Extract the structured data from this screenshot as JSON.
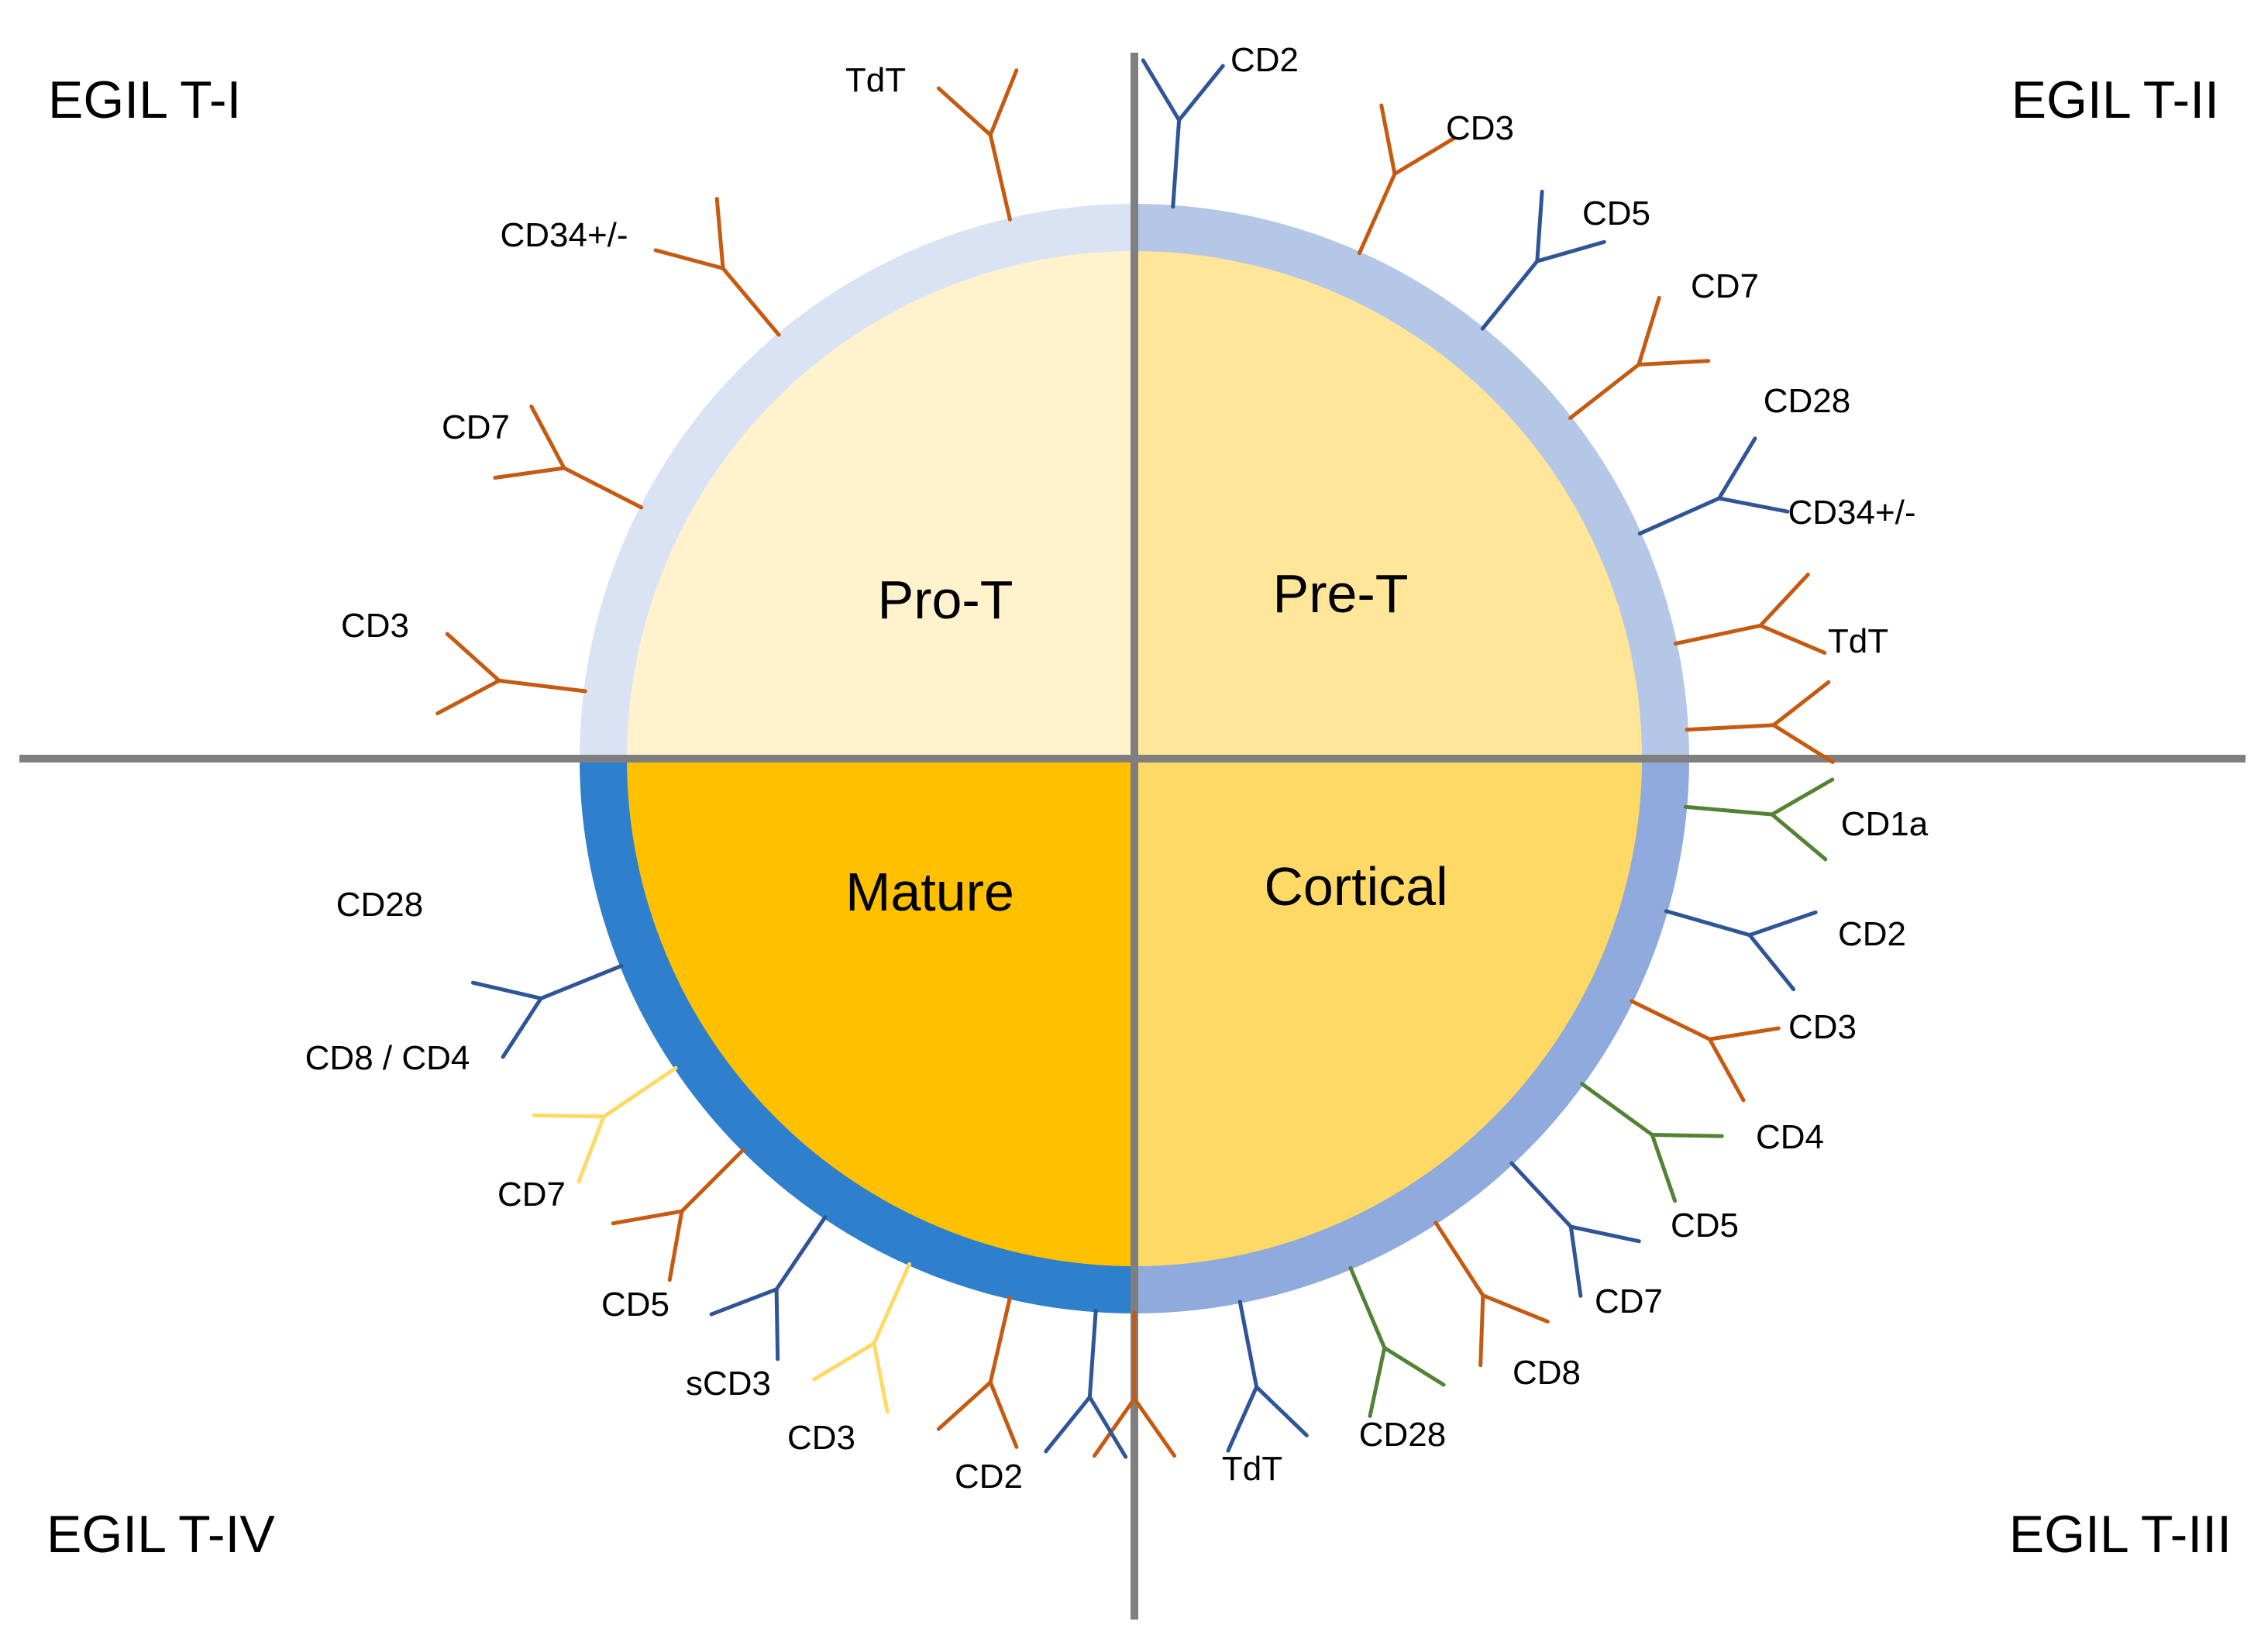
{
  "corners": {
    "top_left": "EGIL T-I",
    "top_right": "EGIL T-II",
    "bottom_right": "EGIL T-III",
    "bottom_left": "EGIL T-IV"
  },
  "stages": {
    "top_left": "Pro-T",
    "top_right": "Pre-T",
    "bottom_right": "Cortical",
    "bottom_left": "Mature"
  },
  "colors": {
    "axis": "#7f7f7f",
    "orange": "#c55a11",
    "blue": "#2f5597",
    "green": "#548235",
    "yellow": "#ffd966",
    "ring_top_left": "#dae3f3",
    "ring_top_right": "#b4c7e7",
    "ring_bottom_right": "#8faadc",
    "ring_bottom_left": "#2e80cc",
    "fill_top_left": "#fff2cc",
    "fill_top_right": "#ffe699",
    "fill_bottom_right": "#ffd966",
    "fill_bottom_left": "#ffc000"
  },
  "markers": {
    "top_left": [
      {
        "label": "TdT",
        "color": "orange"
      },
      {
        "label": "CD34+/-",
        "color": "orange"
      },
      {
        "label": "CD7",
        "color": "orange"
      },
      {
        "label": "CD3",
        "color": "orange"
      }
    ],
    "top_right": [
      {
        "label": "CD2",
        "color": "blue"
      },
      {
        "label": "CD3",
        "color": "orange"
      },
      {
        "label": "CD5",
        "color": "blue"
      },
      {
        "label": "CD7",
        "color": "orange"
      },
      {
        "label": "CD28",
        "color": "blue"
      },
      {
        "label": "CD34+/-",
        "color": "orange"
      },
      {
        "label": "TdT",
        "color": "orange"
      }
    ],
    "bottom_right": [
      {
        "label": "CD1a",
        "color": "green"
      },
      {
        "label": "CD2",
        "color": "blue"
      },
      {
        "label": "CD3",
        "color": "orange"
      },
      {
        "label": "CD4",
        "color": "green"
      },
      {
        "label": "CD5",
        "color": "blue"
      },
      {
        "label": "CD7",
        "color": "orange"
      },
      {
        "label": "CD8",
        "color": "green"
      },
      {
        "label": "CD28",
        "color": "blue"
      },
      {
        "label": "TdT",
        "color": "orange"
      }
    ],
    "bottom_left": [
      {
        "label": "CD28",
        "color": "blue"
      },
      {
        "label": "CD8 / CD4",
        "color": "yellow"
      },
      {
        "label": "CD7",
        "color": "orange"
      },
      {
        "label": "CD5",
        "color": "blue"
      },
      {
        "label": "sCD3",
        "color": "yellow"
      },
      {
        "label": "CD3",
        "color": "orange"
      },
      {
        "label": "CD2",
        "color": "blue"
      }
    ]
  }
}
